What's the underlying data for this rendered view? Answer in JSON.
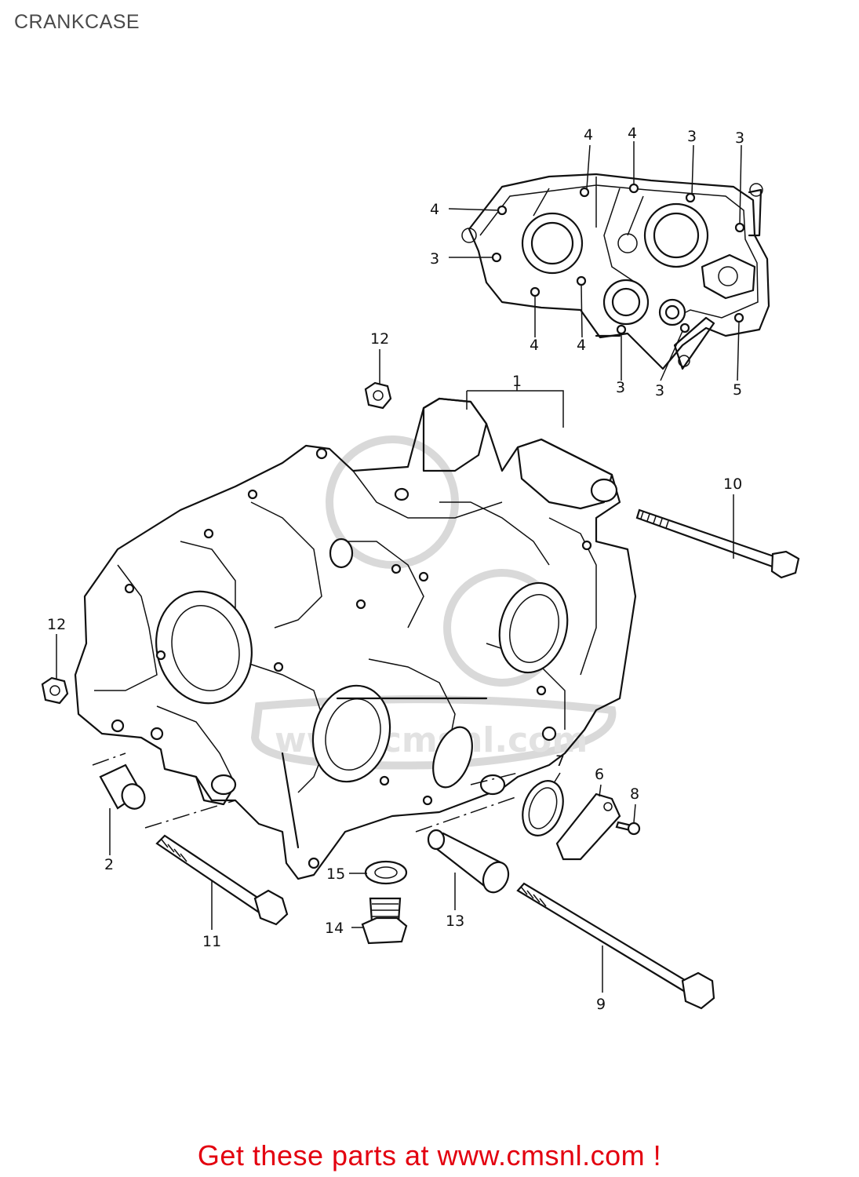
{
  "page": {
    "title": "CRANKCASE"
  },
  "footer": {
    "text": "Get these parts at www.cmsnl.com !",
    "color": "#e3000f"
  },
  "watermark": {
    "text": "www.cmsnl.com"
  },
  "callouts": {
    "c1": "1",
    "c2": "2",
    "c3a": "3",
    "c3b": "3",
    "c3c": "3",
    "c3d": "3",
    "c3e": "3",
    "c4a": "4",
    "c4b": "4",
    "c4c": "4",
    "c4d": "4",
    "c4e": "4",
    "c5": "5",
    "c6": "6",
    "c7": "7",
    "c8": "8",
    "c9": "9",
    "c10": "10",
    "c11": "11",
    "c12a": "12",
    "c12b": "12",
    "c13": "13",
    "c14": "14",
    "c15": "15"
  }
}
